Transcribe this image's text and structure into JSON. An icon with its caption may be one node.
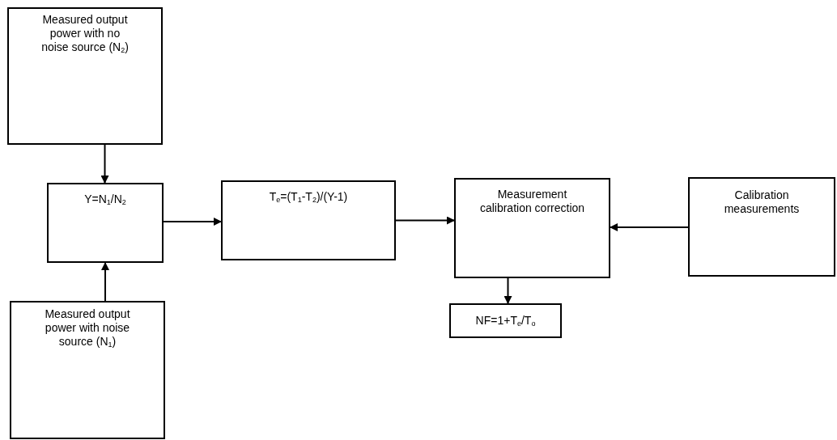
{
  "diagram": {
    "nodes": [
      {
        "text": [
          "Measured output power with no noise source (N$_{2}$)"
        ]
      },
      {
        "text": [
          "Y=N$_{1}$/N$_{2}$"
        ]
      },
      {
        "text": [
          "T$_{e}$=(T$_{1}$-T$_{2}$)/(Y-1)"
        ]
      },
      {
        "text": [
          "Measurement calibration correction"
        ]
      },
      {
        "text": [
          "Calibration measurements"
        ]
      },
      {
        "text": [
          "NF=1+T$_{e}$/T$_{o}$"
        ]
      },
      {
        "text": [
          "Measured output power with noise source (N$_{1}$)"
        ]
      }
    ],
    "edges": [
      {
        "from": 0,
        "to": 1,
        "arrow": "to"
      },
      {
        "from": 6,
        "to": 1,
        "arrow": "to"
      },
      {
        "from": 1,
        "to": 2,
        "arrow": "to"
      },
      {
        "from": 2,
        "to": 3,
        "arrow": "to"
      },
      {
        "from": 4,
        "to": 3,
        "arrow": "to"
      },
      {
        "from": 3,
        "to": 5,
        "arrow": "to"
      }
    ]
  }
}
